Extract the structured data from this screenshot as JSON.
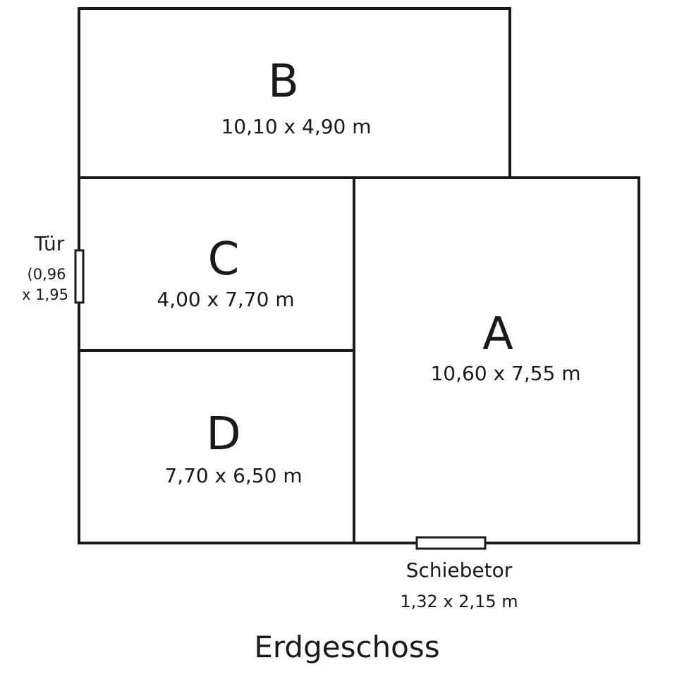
{
  "title": "Erdgeschoss",
  "rooms": [
    {
      "letter": "B",
      "dimensions": "10,10 x 4,90 m"
    },
    {
      "letter": "C",
      "dimensions": "4,00 x 7,70 m"
    },
    {
      "letter": "A",
      "dimensions": "10,60 x 7,55 m"
    },
    {
      "letter": "D",
      "dimensions": "7,70 x 6,50 m"
    }
  ],
  "door": {
    "label": "Tür",
    "size_line1": "(0,96",
    "size_line2": "x 1,95"
  },
  "sliding_gate": {
    "label": "Schiebetor",
    "size": "1,32 x 2,15 m"
  }
}
